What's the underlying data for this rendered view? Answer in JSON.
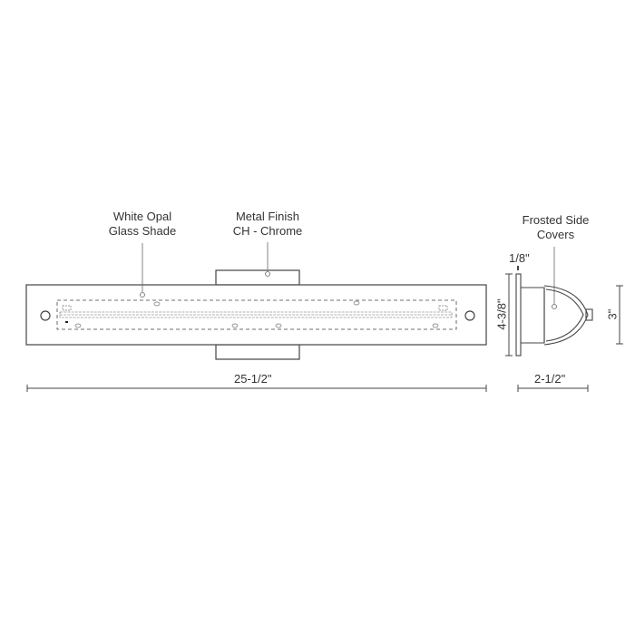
{
  "callouts": {
    "shade": {
      "line1": "White Opal",
      "line2": "Glass Shade"
    },
    "finish": {
      "line1": "Metal Finish",
      "line2": "CH - Chrome"
    },
    "covers": {
      "line1": "Frosted Side",
      "line2": "Covers"
    }
  },
  "dimensions": {
    "width": "25-1/2\"",
    "height": "4-3/8\"",
    "plate_thickness": "1/8\"",
    "depth": "2-1/2\"",
    "backplate_height": "3\""
  },
  "colors": {
    "line": "#444444",
    "background": "#ffffff"
  }
}
